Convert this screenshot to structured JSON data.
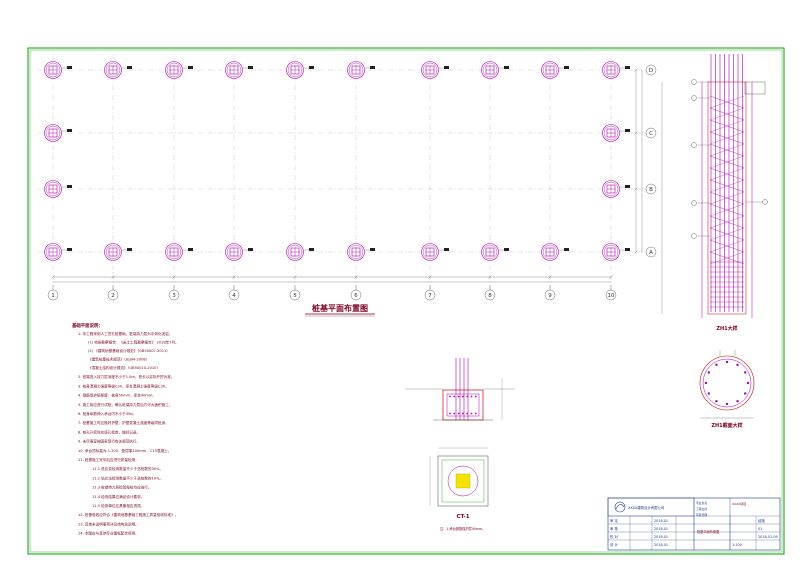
{
  "drawing": {
    "plan_title": "桩基平面布置图",
    "zh1_elevation_title": "ZH1大样",
    "zh1_section_title": "ZH1截面大样",
    "cap_title": "CT-1"
  },
  "axes": {
    "columns": [
      "1",
      "2",
      "3",
      "4",
      "5",
      "6",
      "7",
      "8",
      "9",
      "10"
    ],
    "rows": [
      "D",
      "C",
      "B",
      "A"
    ]
  },
  "notes": {
    "heading": "基础平面说明：",
    "lines": [
      "1. 本工程采用人工挖孔桩基础，桩端持力层为中风化泥岩。",
      "(1) 地质勘察报告：《岩土工程勘察报告》 2018年7月。",
      "(2) 《建筑地基基础设计规范》（GB50007-2011）",
      "《建筑桩基技术规范》（JGJ94-2008）",
      "《混凝土结构设计规范》（GB50010-2010）",
      "2. 桩端进入持力层深度不小于1.0m，桩长以实际开挖为准。",
      "3. 桩身混凝土强度等级C30，承台混凝土强度等级C30。",
      "4. 钢筋保护层厚度：桩身50mm，承台40mm。",
      "5. 施工前应进行试桩，确认桩端持力层后方可大面积施工。",
      "6. 桩身纵筋伸入承台内不小于35d。",
      "7. 桩基施工时应做好护壁，护壁混凝土强度等级同桩身。",
      "8. 桩孔开挖时应逐孔检查，做好记录。",
      "9. 未尽事宜按国家现行有关规范执行。",
      "10. 承台顶标高为-1.200，垫层厚100mm，C15混凝土。",
      "11. 桩基施工完毕后应进行质量检测：",
      "11.1 低应变检测数量不少于总桩数的30%。",
      "11.2 钻芯法检测数量不少于总桩数的10%。",
      "11.3 桩端持力层检验每桩均应进行。",
      "11.4 检测结果应满足设计要求。",
      "11.5 检测单位应具备相应资质。",
      "12. 桩基验收应符合《建筑地基基础工程施工质量验收标准》。",
      "13. 其他未说明事项详见结构总说明。",
      "14. 本图应与其他专业图纸配合使用。"
    ]
  },
  "cap_note": "注：1.承台钢筋保护层40mm。",
  "title_block": {
    "company": "XXXX建筑设计有限公司",
    "project": "XXXX项目",
    "drawing_name": "桩基平面布置图",
    "rows_left": [
      "审 定",
      "审 核",
      "校 对",
      "设 计"
    ],
    "rows_right": [
      "2018.01",
      "2018.01",
      "2018.01",
      "2018.01"
    ],
    "sheet_label": "结施",
    "sheet_no": "01",
    "date": "2018-01-09",
    "scale": "1:100",
    "row_labels": [
      "专业负责",
      "工程主持",
      "项目经理"
    ]
  },
  "colors": {
    "axis_grid": "#c8c8c8",
    "pile": "#b000b0",
    "bubble": "#666666",
    "border": "#00a000",
    "rebar": "#b000b0",
    "concrete": "#d00000",
    "hatch": "#00aa00",
    "text": "#7a0020",
    "title_block": "#1a3a8a"
  }
}
